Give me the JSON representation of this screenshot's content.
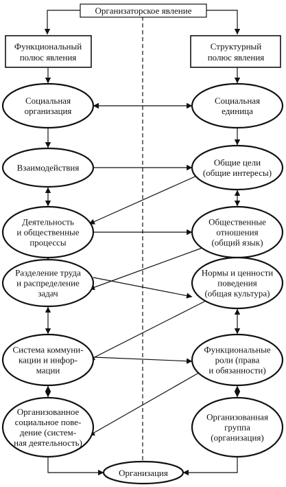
{
  "top": {
    "label": "Организаторское явление"
  },
  "left_pole": {
    "lines": [
      "Функциональный",
      "полюс явления"
    ]
  },
  "right_pole": {
    "lines": [
      "Структурный",
      "полюс явления"
    ]
  },
  "left_nodes": [
    {
      "lines": [
        "Социальная",
        "организация"
      ]
    },
    {
      "lines": [
        "Взаимодействия"
      ]
    },
    {
      "lines": [
        "Деятельность",
        "и общественные",
        "процессы"
      ]
    },
    {
      "lines": [
        "Разделение труда",
        "и распределение",
        "задач"
      ]
    },
    {
      "lines": [
        "Система коммуни-",
        "кации и инфор-",
        "мации"
      ]
    },
    {
      "lines": [
        "Организованное",
        "социальное пове-",
        "дение (систем-",
        "ная деятельность)"
      ]
    }
  ],
  "right_nodes": [
    {
      "lines": [
        "Социальная",
        "единица"
      ]
    },
    {
      "lines": [
        "Общие цели",
        "(общие интересы)"
      ]
    },
    {
      "lines": [
        "Общественные",
        "отношения",
        "(общий язык)"
      ]
    },
    {
      "lines": [
        "Нормы и ценности",
        "поведения",
        "(общая культура)"
      ]
    },
    {
      "lines": [
        "Функциональные",
        "роли (права",
        "и обязанности)"
      ]
    },
    {
      "lines": [
        "Организованная",
        "группа",
        "(организация)"
      ]
    }
  ],
  "bottom": {
    "label": "Организация"
  }
}
